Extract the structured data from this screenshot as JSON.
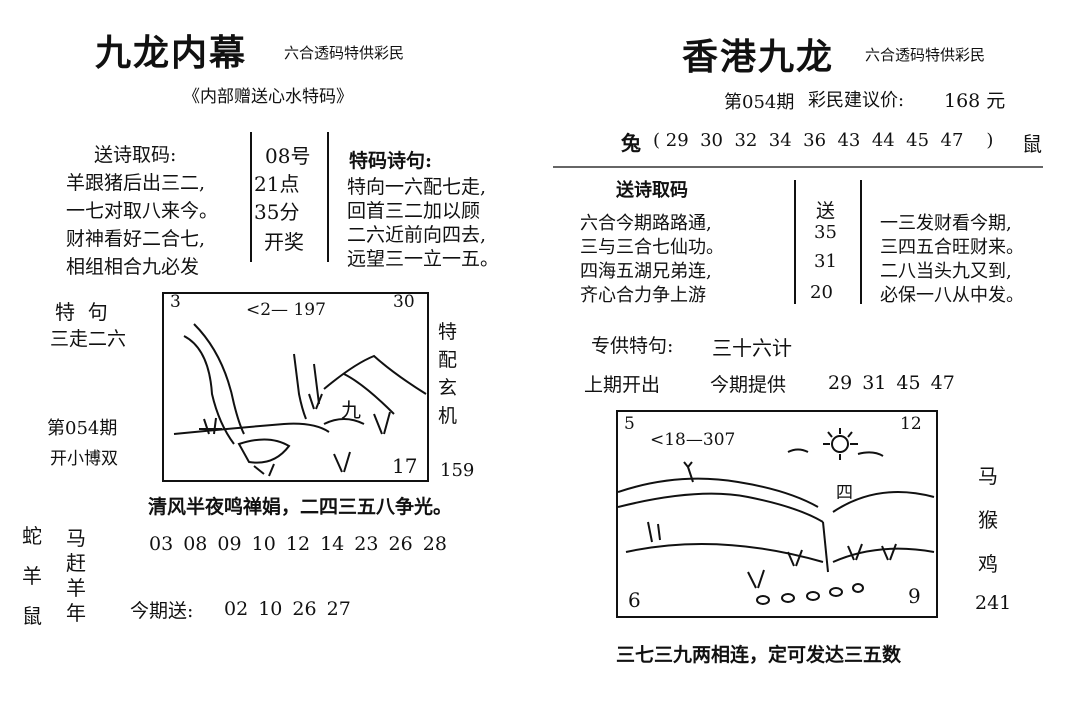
{
  "left": {
    "title": "九龙内幕",
    "subtitle": "六合透码特供彩民",
    "sub_note": "《内部赠送心水特码》",
    "poem_heading": "送诗取码:",
    "poem_lines": [
      "羊跟猪后出三二,",
      "一七对取八来今。",
      "财神看好二合七,",
      "相组相合九必发"
    ],
    "draw_box": [
      "08号",
      "21点",
      "35分",
      "开奖"
    ],
    "tema_heading": "特码诗句:",
    "tema_lines": [
      "特向一六配七走,",
      "回首三二加以顾",
      "二六近前向四去,",
      "远望三一立一五。"
    ],
    "special_heading": "特  句",
    "special_value": "三走二六",
    "period": "第054期",
    "small_note": "开小博双",
    "sketch_top_left": "3",
    "sketch_marks": "<2— 197",
    "sketch_top_right": "30",
    "sketch_char": "九",
    "sketch_bottom_right": "17",
    "side_vertical": [
      "特",
      "配",
      "玄",
      "机"
    ],
    "side_number": "159",
    "clear_wind_line": "清风半夜鸣禅娟，二四三五八争光。",
    "zodiac_col1": [
      "蛇",
      "羊",
      "鼠"
    ],
    "zodiac_col2": [
      "马",
      "赶",
      "羊",
      "年"
    ],
    "numbers_row": "03 08 09 10 12 14 23 26 28",
    "today_label": "今期送:",
    "today_numbers": "02 10 26 27"
  },
  "right": {
    "title": "香港九龙",
    "subtitle": "六合透码特供彩民",
    "period": "第054期",
    "price_label": "彩民建议价:",
    "price_value": "168 元",
    "rabbit": "兔",
    "number_list": "( 29  30  32  34  36  43  44  45  47    )",
    "rat": "鼠",
    "poem_heading": "送诗取码",
    "poem_lines": [
      "六合今期路路通,",
      "三与三合七仙功。",
      "四海五湖兄弟连,",
      "齐心合力争上游"
    ],
    "send_box": [
      "送",
      "35",
      "31",
      "20"
    ],
    "poem_right": [
      "一三发财看今期,",
      "三四五合旺财来。",
      "二八当头九又到,",
      "必保一八从中发。"
    ],
    "special_label": "专供特句:",
    "special_value": "三十六计",
    "last_label": "上期开出",
    "this_label": "今期提供",
    "this_numbers": "29 31 45 47",
    "sketch_tl": "5",
    "sketch_tr": "12",
    "sketch_range": "<18—307",
    "sketch_bl": "6",
    "sketch_br": "9",
    "sketch_mark": "四",
    "side_vertical": [
      "马",
      "猴",
      "鸡"
    ],
    "side_number": "241",
    "bottom_line": "三七三九两相连，定可发达三五数"
  }
}
